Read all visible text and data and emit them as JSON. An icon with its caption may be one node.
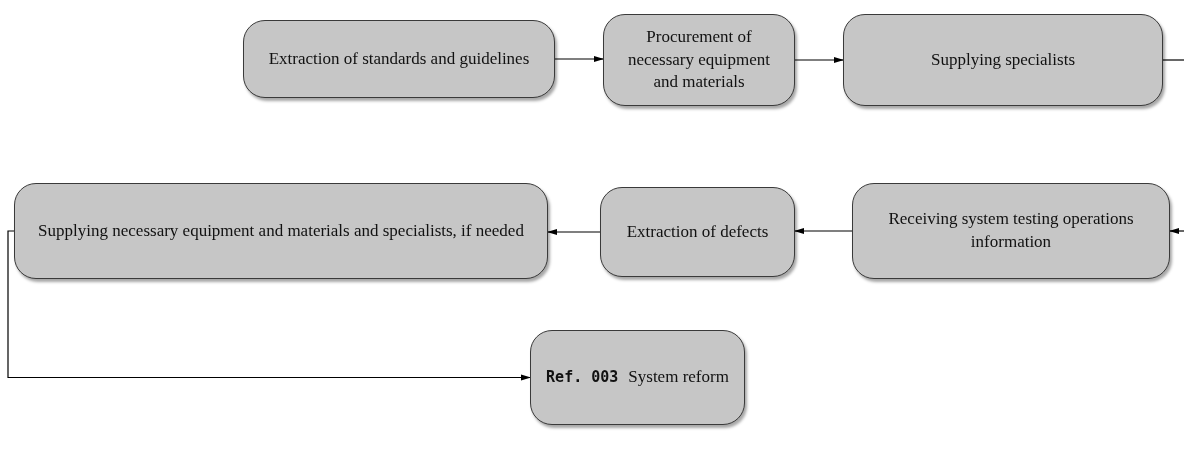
{
  "diagram": {
    "nodes": [
      {
        "text": [
          "Extraction of standards and guidelines"
        ]
      },
      {
        "text": [
          "Procurement of necessary equipment and materials"
        ]
      },
      {
        "text": [
          "Supplying specialists"
        ]
      },
      {
        "text": [
          "Receiving system testing operations information"
        ]
      },
      {
        "text": [
          "Extraction of defects"
        ]
      },
      {
        "text": [
          "Supplying necessary equipment and materials and specialists, if needed"
        ]
      },
      {
        "text": [
          "Ref. 003",
          "System reform"
        ]
      }
    ],
    "edges": [
      {
        "from": 0,
        "to": 1,
        "arrow": "to"
      },
      {
        "from": 1,
        "to": 2,
        "arrow": "to"
      },
      {
        "from": 2,
        "to": null,
        "arrow": "none"
      },
      {
        "from": null,
        "to": 3,
        "arrow": "to"
      },
      {
        "from": 3,
        "to": 4,
        "arrow": "to"
      },
      {
        "from": 4,
        "to": 5,
        "arrow": "to"
      },
      {
        "from": 5,
        "to": 6,
        "arrow": "to"
      }
    ]
  }
}
